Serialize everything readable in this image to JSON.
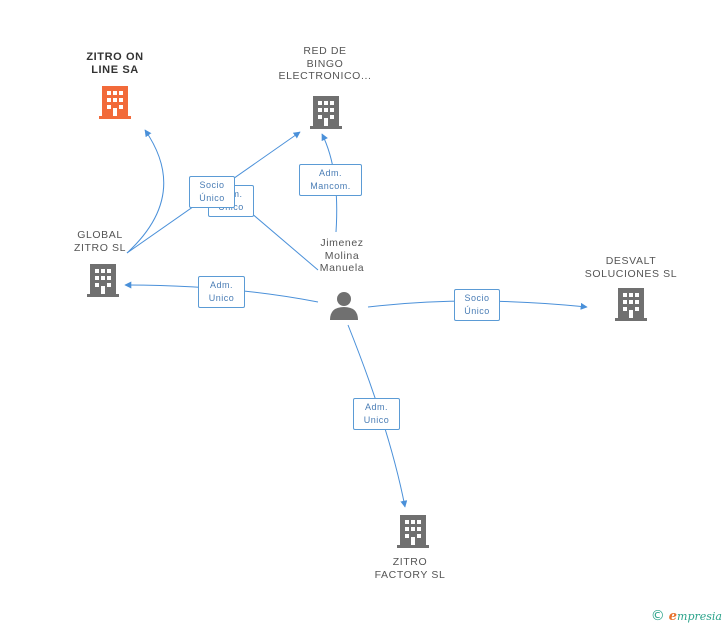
{
  "colors": {
    "edge": "#4a90d9",
    "company": "#707070",
    "company_focus": "#f26a3a",
    "person": "#707070",
    "box_border": "#5b9bd5"
  },
  "nodes": {
    "zitro_online": {
      "lines": [
        "ZITRO ON",
        "LINE SA"
      ],
      "icon": "building-icon"
    },
    "red_bingo": {
      "lines": [
        "RED DE",
        "BINGO",
        "ELECTRONICO..."
      ],
      "icon": "building-icon"
    },
    "global_zitro": {
      "lines": [
        "GLOBAL",
        "ZITRO SL"
      ],
      "icon": "building-icon"
    },
    "desvalt": {
      "lines": [
        "DESVALT",
        "SOLUCIONES SL"
      ],
      "icon": "building-icon"
    },
    "zitro_factory": {
      "lines": [
        "ZITRO",
        "FACTORY SL"
      ],
      "icon": "building-icon"
    },
    "person": {
      "lines": [
        "Jimenez",
        "Molina",
        "Manuela"
      ],
      "icon": "person-icon"
    }
  },
  "relations": {
    "socio_unico_1": [
      "Socio",
      "Único"
    ],
    "socio_unico_hidden": [
      "Adm.",
      "Unico"
    ],
    "adm_mancom": [
      "Adm.",
      "Mancom."
    ],
    "adm_unico_global": [
      "Adm.",
      "Unico"
    ],
    "socio_unico_desvalt": [
      "Socio",
      "Único"
    ],
    "adm_unico_factory": [
      "Adm.",
      "Unico"
    ]
  },
  "footer": {
    "copyright": "©",
    "brand_initial": "e",
    "brand_rest": "mpresia"
  }
}
